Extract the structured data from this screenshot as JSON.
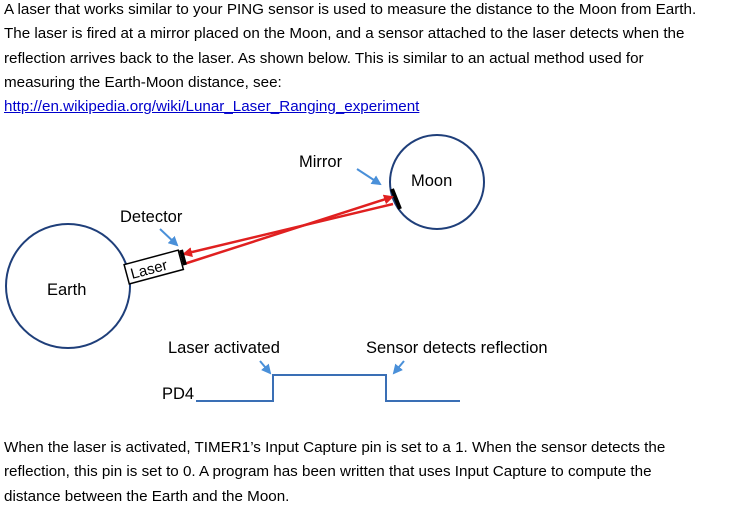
{
  "intro": {
    "lines": [
      "A laser that works similar to your PING sensor is used to measure the distance to the Moon from Earth.",
      "The laser is fired at a mirror placed on the Moon, and a sensor attached to the laser detects when the",
      "reflection arrives back to the laser.  As shown below.  This is similar to an actual method used for",
      "measuring the Earth-Moon distance, see:"
    ],
    "link": "http://en.wikipedia.org/wiki/Lunar_Laser_Ranging_experiment"
  },
  "diagram": {
    "earth_label": "Earth",
    "moon_label": "Moon",
    "mirror_label": "Mirror",
    "detector_label": "Detector",
    "laser_label": "Laser",
    "laser_activated_label": "Laser activated",
    "sensor_detects_label": "Sensor detects reflection",
    "signal_label": "PD4",
    "colors": {
      "outline": "#1f3f7a",
      "arrow": "#4a90d9",
      "beam": "#e02020",
      "signal": "#3a6fb5"
    }
  },
  "outro": {
    "lines": [
      "When the laser is activated, TIMER1’s Input Capture pin is set to a 1.  When the sensor detects the",
      "reflection, this pin is set to 0.  A program has been written that uses Input Capture to compute the",
      "distance between the Earth and the Moon."
    ]
  }
}
